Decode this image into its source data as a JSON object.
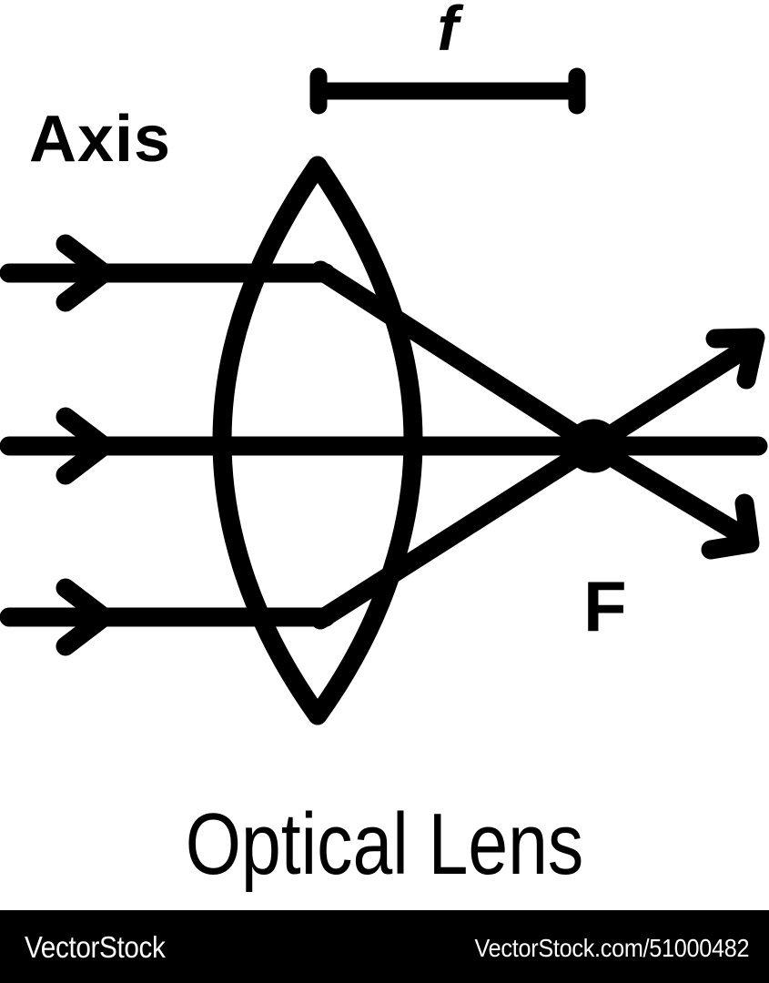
{
  "diagram": {
    "title": "Optical Lens",
    "labels": {
      "axis": "Axis",
      "focal_length": "f",
      "focal_point": "F"
    },
    "colors": {
      "ink": "#000000",
      "background": "#ffffff",
      "footer_background": "#000000",
      "footer_text": "#ffffff"
    },
    "elements": {
      "lens_type": "biconvex",
      "incoming_rays": 3,
      "outgoing_rays": 3,
      "focal_marker": "ring"
    }
  },
  "footer": {
    "brand": "VectorStock",
    "url": "VectorStock.com/51000482"
  }
}
